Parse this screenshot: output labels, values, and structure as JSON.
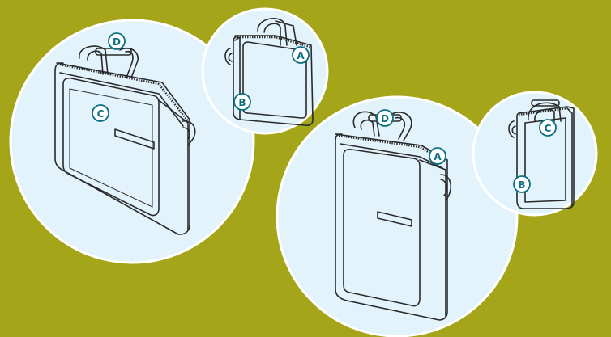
{
  "colors": {
    "background": "#a5a51a",
    "circle_fill": "#e3f3fb",
    "circle_stroke": "#ffffff",
    "label_ring": "#0e6f80"
  },
  "callouts": {
    "view1": {
      "d": "D",
      "c": "C"
    },
    "view2": {
      "a": "A",
      "b": "B"
    },
    "view3": {
      "d": "D",
      "a": "A"
    },
    "view4": {
      "c": "C",
      "b": "B"
    }
  }
}
